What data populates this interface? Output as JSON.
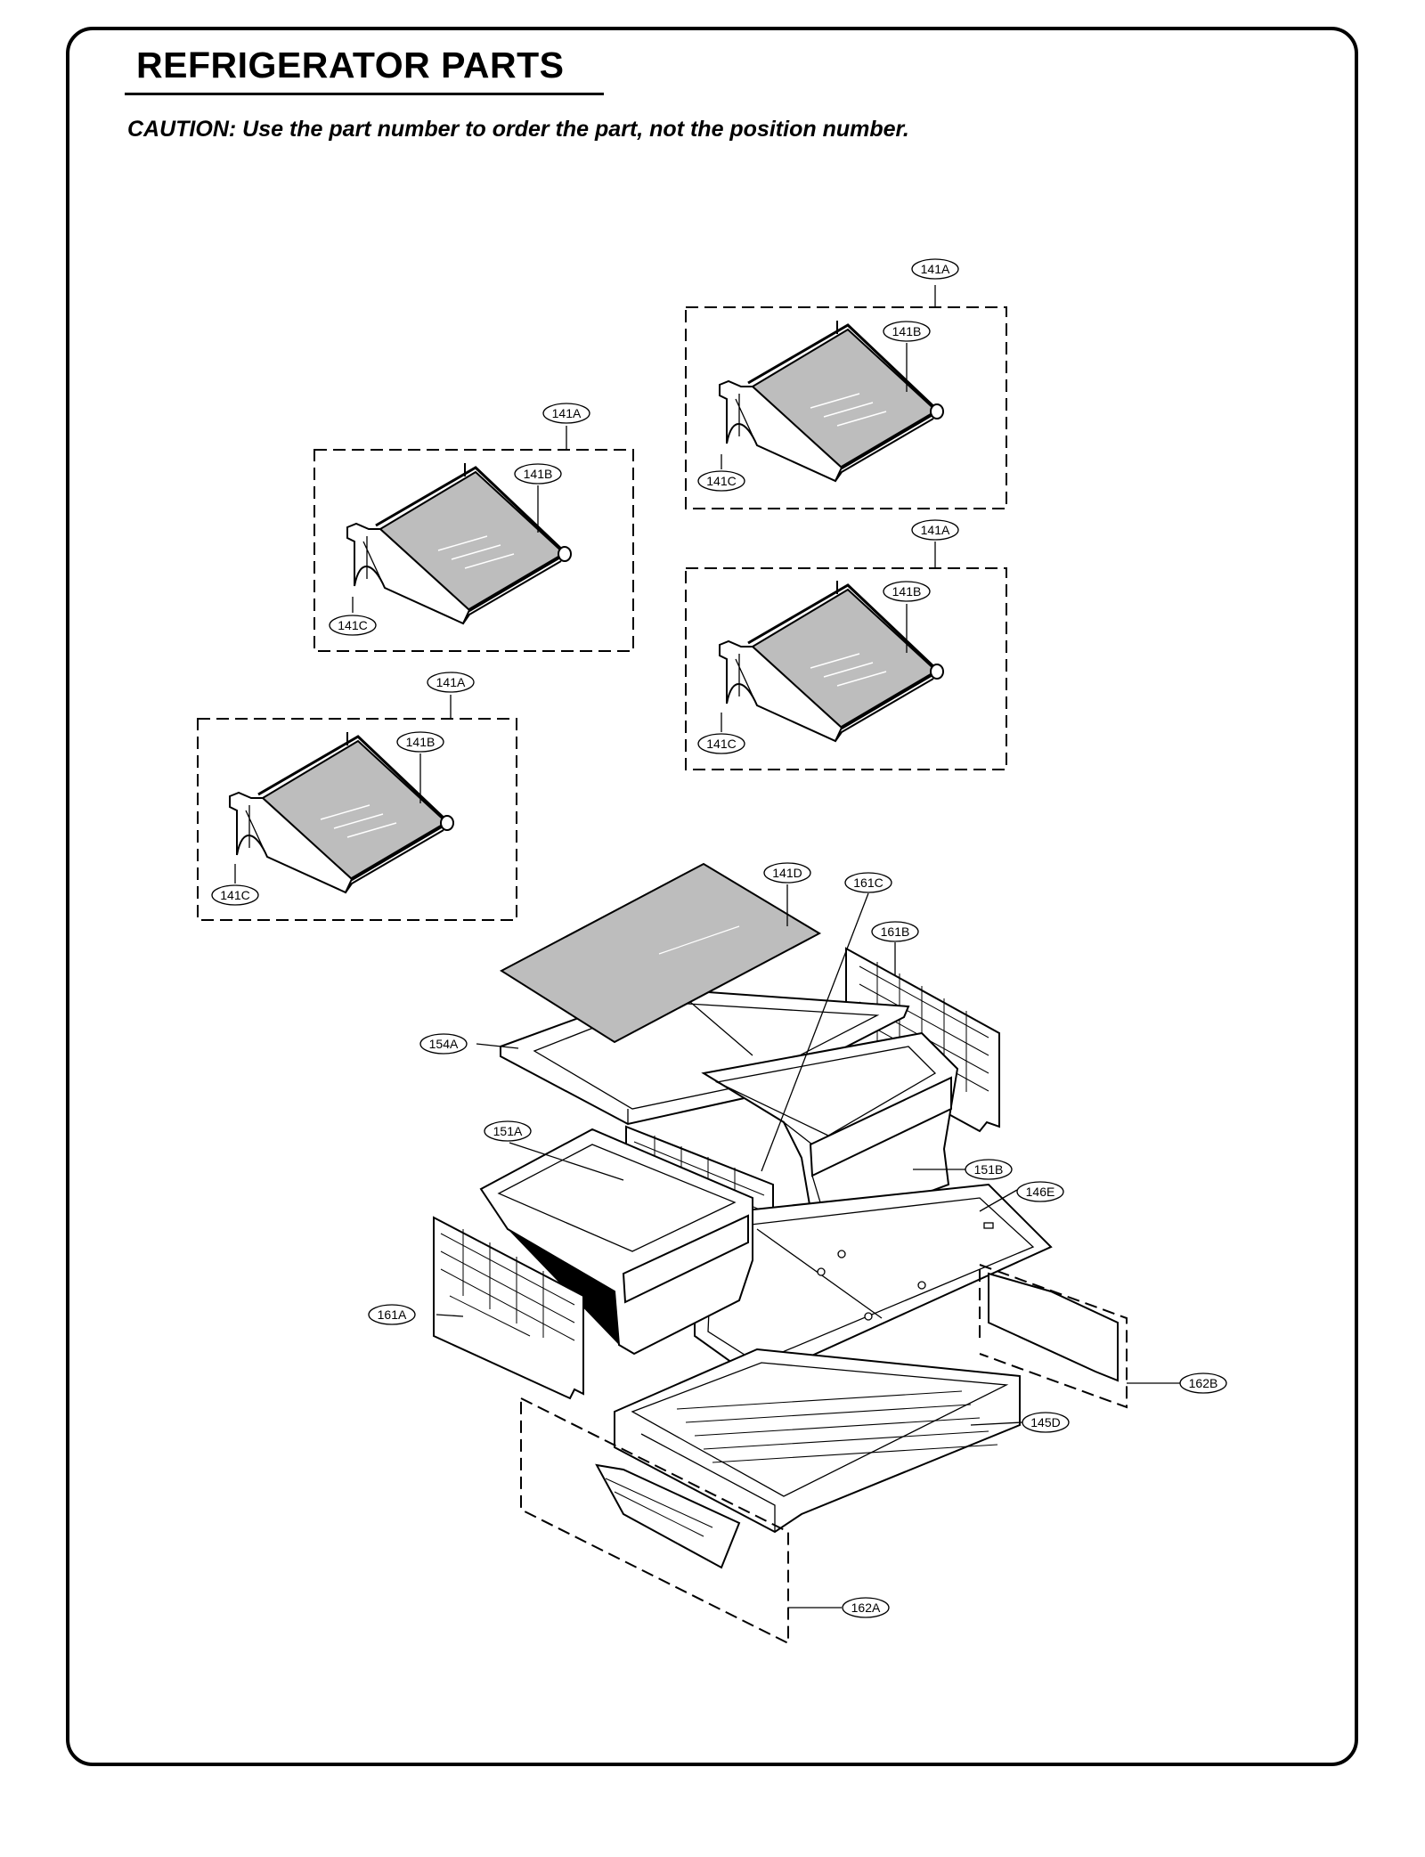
{
  "header": {
    "title": "REFRIGERATOR PARTS",
    "caution": "CAUTION: Use the part number to order the part, not the position number."
  },
  "diagram": {
    "labels": {
      "shelf_a_group": "141A",
      "shelf_a_glass": "141B",
      "shelf_a_frame": "141C",
      "shelf_b_group": "141A",
      "shelf_b_glass": "141B",
      "shelf_b_frame": "141C",
      "shelf_c_group": "141A",
      "shelf_c_glass": "141B",
      "shelf_c_frame": "141C",
      "shelf_d_group": "141A",
      "shelf_d_glass": "141B",
      "shelf_d_frame": "141C",
      "crisper_glass": "141D",
      "crisper_cover": "154A",
      "drawer_left": "151A",
      "drawer_right": "151B",
      "guide_right_center": "161C",
      "guide_right_rear": "161B",
      "guide_left": "161A",
      "drawer_cover_front": "146E",
      "rail_right": "162B",
      "pantry_drawer": "145D",
      "rail_left": "162A"
    }
  }
}
